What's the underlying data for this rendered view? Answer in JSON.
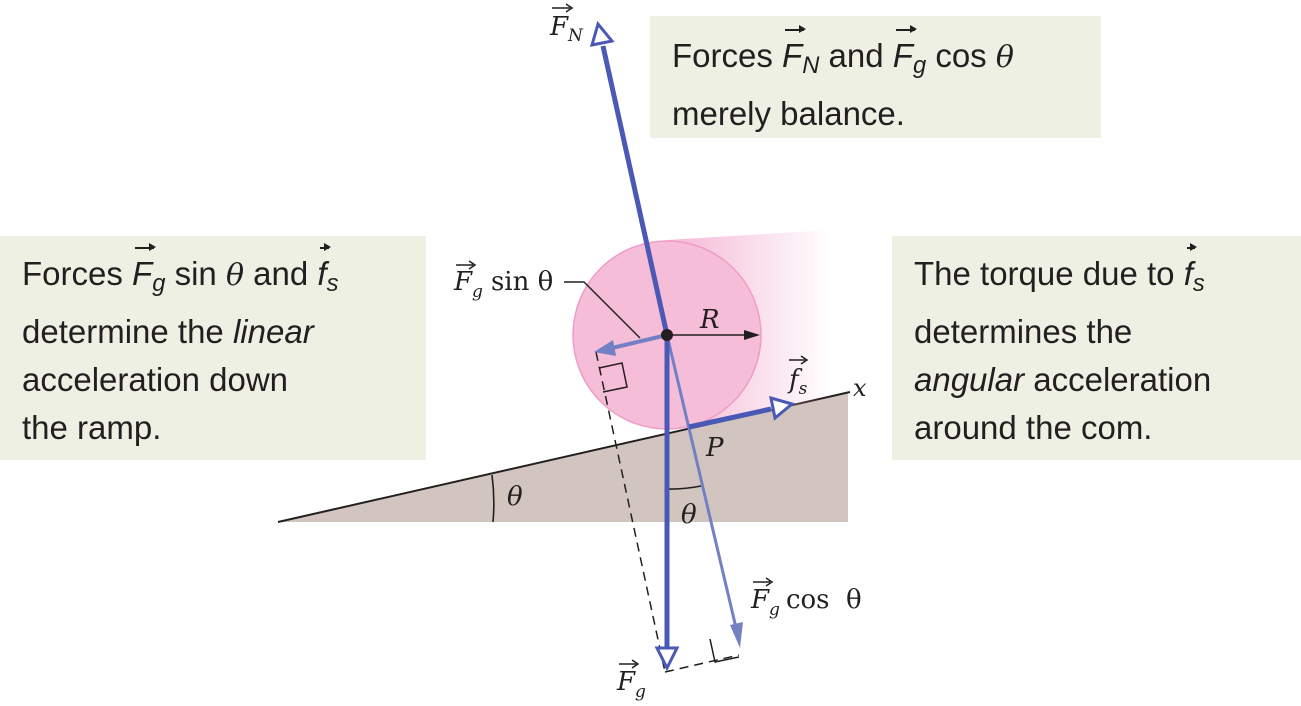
{
  "colors": {
    "force_arrow": "#4a59b5",
    "component_arrow": "#7480c4",
    "ramp_fill": "#d2c5bf",
    "wheel_fill": "#f5bdd8",
    "caption_bg": "#eef0e3"
  },
  "captions": {
    "top": {
      "line1": {
        "pre": "Forces ",
        "v1": "F",
        "s1": "N",
        "mid": " and ",
        "v2": "F",
        "s2": "g",
        "post": " cos ",
        "theta": "θ"
      },
      "line2": "merely balance."
    },
    "left": {
      "line1": {
        "pre": "Forces ",
        "v1": "F",
        "s1": "g",
        "mid1": " sin ",
        "theta": "θ",
        "mid2": " and ",
        "v2": "f",
        "s2": "s"
      },
      "line2": {
        "pre": "determine the ",
        "em": "linear"
      },
      "line3": "acceleration down",
      "line4": "the ramp."
    },
    "right": {
      "line1": {
        "pre": "The torque due to ",
        "v": "f",
        "s": "s"
      },
      "line2": "determines the",
      "line3": {
        "em": "angular",
        "post": " acceleration"
      },
      "line4": "around the com."
    }
  },
  "labels": {
    "FN": {
      "v": "F",
      "s": "N"
    },
    "Fg_sin": {
      "v": "F",
      "s": "g",
      "rest": "sin θ"
    },
    "Fg": {
      "v": "F",
      "s": "g"
    },
    "Fg_cos": {
      "v": "F",
      "s": "g",
      "rest": "cos  θ"
    },
    "fs": {
      "v": "f",
      "s": "s"
    },
    "R": "R",
    "x": "x",
    "P": "P",
    "theta_ramp": "θ",
    "theta_lower": "θ"
  }
}
